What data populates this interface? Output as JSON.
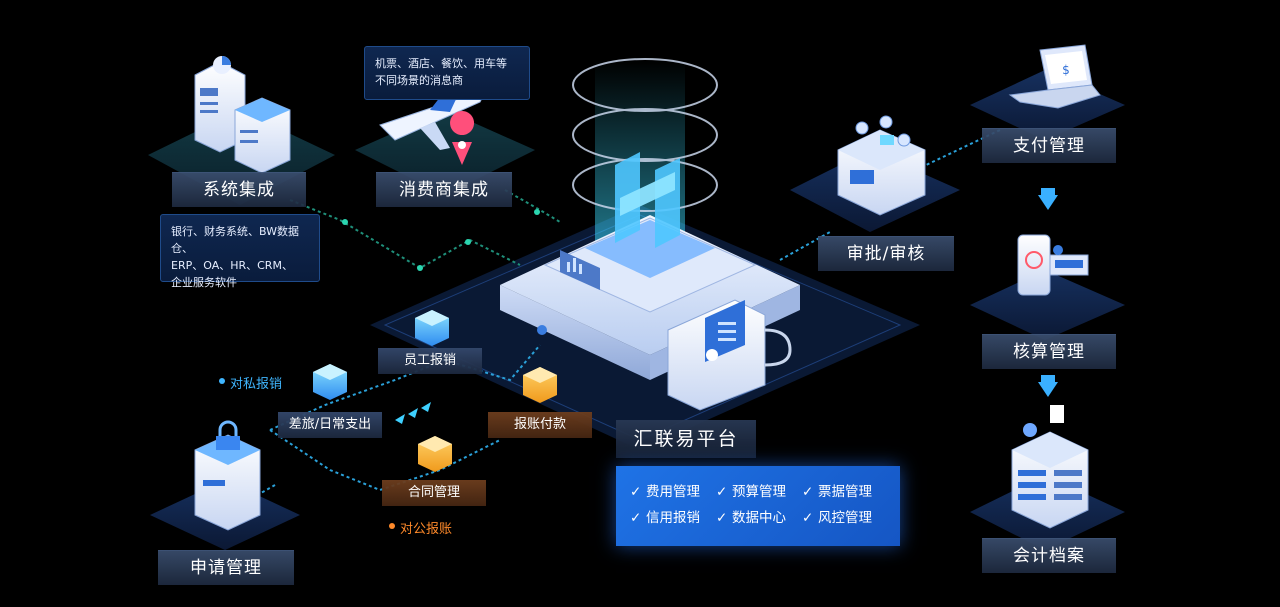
{
  "nodes": {
    "system_integration": "系统集成",
    "consumer_integration": "消费商集成",
    "approval": "审批/审核",
    "payment": "支付管理",
    "accounting": "核算管理",
    "archive": "会计档案",
    "application": "申请管理"
  },
  "info_boxes": {
    "consumer_line1": "机票、酒店、餐饮、用车等",
    "consumer_line2": "不同场景的消息商",
    "system_line1": "银行、财务系统、BW数据仓、",
    "system_line2": "ERP、OA、HR、CRM、",
    "system_line3": "企业服务软件"
  },
  "sub_nodes": {
    "employee_reimburse": "员工报销",
    "travel_expense": "差旅/日常支出",
    "reimburse_payment": "报账付款",
    "contract": "合同管理"
  },
  "legend": {
    "private": "对私报销",
    "public": "对公报账",
    "private_color": "#3fb6ff",
    "public_color": "#ff8a2a"
  },
  "platform": {
    "title": "汇联易平台",
    "features": [
      "费用管理",
      "预算管理",
      "票据管理",
      "信用报销",
      "数据中心",
      "风控管理"
    ]
  },
  "icons": {
    "server": "server-icon",
    "airplane": "airplane-icon",
    "location_pin": "location-pin-icon",
    "factory": "approval-building-icon",
    "laptop": "laptop-icon",
    "receipt": "receipt-icon",
    "archive_server": "archive-server-icon",
    "lock": "lock-icon",
    "cube": "cube-icon"
  }
}
